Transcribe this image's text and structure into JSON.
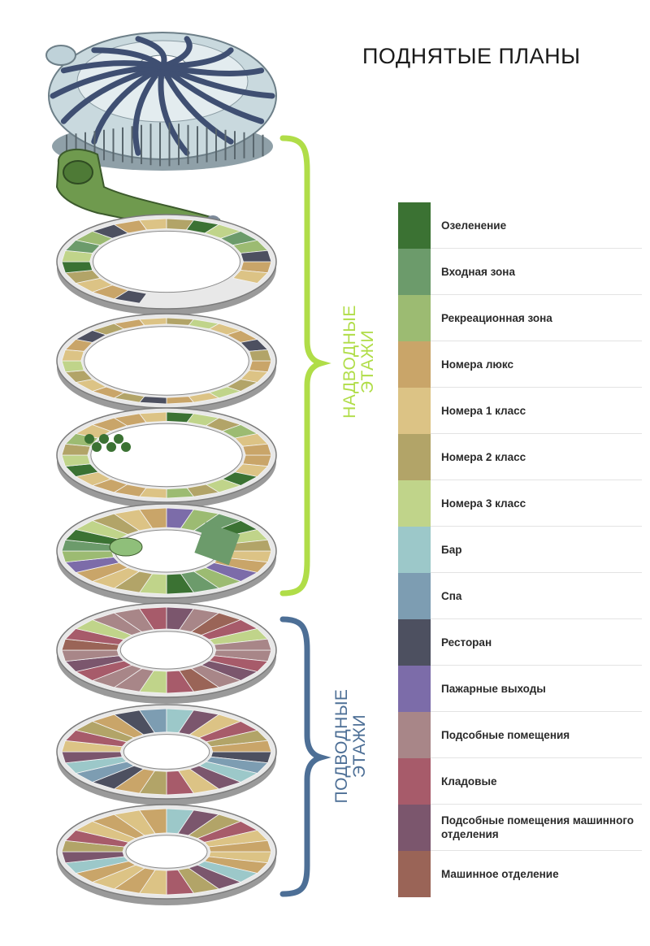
{
  "title": "ПОДНЯТЫЕ ПЛАНЫ",
  "group_above": {
    "label_line1": "НАДВОДНЫЕ",
    "label_line2": "ЭТАЖИ",
    "color": "#b0dd48"
  },
  "group_under": {
    "label_line1": "ПОДВОДНЫЕ",
    "label_line2": "ЭТАЖИ",
    "color": "#4d6f96"
  },
  "legend": [
    {
      "label": "Озеленение",
      "color": "#3b7233"
    },
    {
      "label": "Входная зона",
      "color": "#6c9b6b"
    },
    {
      "label": "Рекреационная зона",
      "color": "#9cbb72"
    },
    {
      "label": "Номера люкс",
      "color": "#c9a569"
    },
    {
      "label": "Номера 1 класс",
      "color": "#dcc385"
    },
    {
      "label": "Номера 2 класс",
      "color": "#b2a468"
    },
    {
      "label": "Номера 3 класс",
      "color": "#c0d48a"
    },
    {
      "label": "Бар",
      "color": "#9cc8c9"
    },
    {
      "label": "Спа",
      "color": "#7d9db2"
    },
    {
      "label": "Ресторан",
      "color": "#4d5060"
    },
    {
      "label": "Пажарные выходы",
      "color": "#7c6ca9"
    },
    {
      "label": "Подсобные помещения",
      "color": "#a88688"
    },
    {
      "label": "Кладовые",
      "color": "#a75b6a"
    },
    {
      "label": "Подсобные помещения машинного отделения",
      "color": "#7b566d"
    },
    {
      "label": "Машинное отделение",
      "color": "#9a6457"
    }
  ]
}
